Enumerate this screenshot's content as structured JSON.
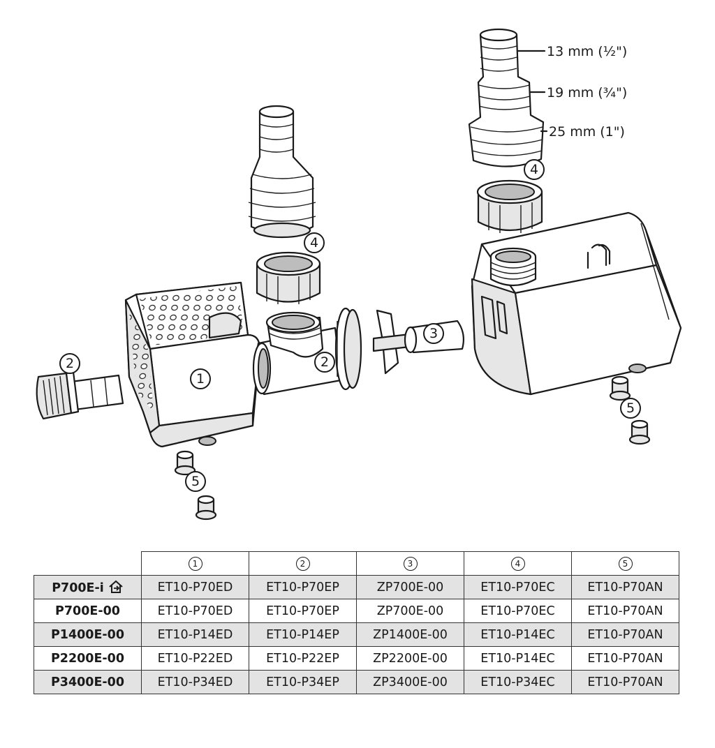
{
  "diagram": {
    "callouts": [
      "1",
      "2",
      "2",
      "3",
      "4",
      "4",
      "5",
      "5"
    ],
    "hose_sizes": [
      "13 mm (½\")",
      "19 mm (¾\")",
      "25 mm (1\")"
    ]
  },
  "table": {
    "columns": [
      "1",
      "2",
      "3",
      "4",
      "5"
    ],
    "rows": [
      {
        "model": "P700E-i",
        "parts": [
          "ET10-P70ED",
          "ET10-P70EP",
          "ZP700E-00",
          "ET10-P70EC",
          "ET10-P70AN"
        ]
      },
      {
        "model": "P700E-00",
        "parts": [
          "ET10-P70ED",
          "ET10-P70EP",
          "ZP700E-00",
          "ET10-P70EC",
          "ET10-P70AN"
        ]
      },
      {
        "model": "P1400E-00",
        "parts": [
          "ET10-P14ED",
          "ET10-P14EP",
          "ZP1400E-00",
          "ET10-P14EC",
          "ET10-P70AN"
        ]
      },
      {
        "model": "P2200E-00",
        "parts": [
          "ET10-P22ED",
          "ET10-P22EP",
          "ZP2200E-00",
          "ET10-P14EC",
          "ET10-P70AN"
        ]
      },
      {
        "model": "P3400E-00",
        "parts": [
          "ET10-P34ED",
          "ET10-P34EP",
          "ZP3400E-00",
          "ET10-P34EC",
          "ET10-P70AN"
        ]
      }
    ]
  }
}
